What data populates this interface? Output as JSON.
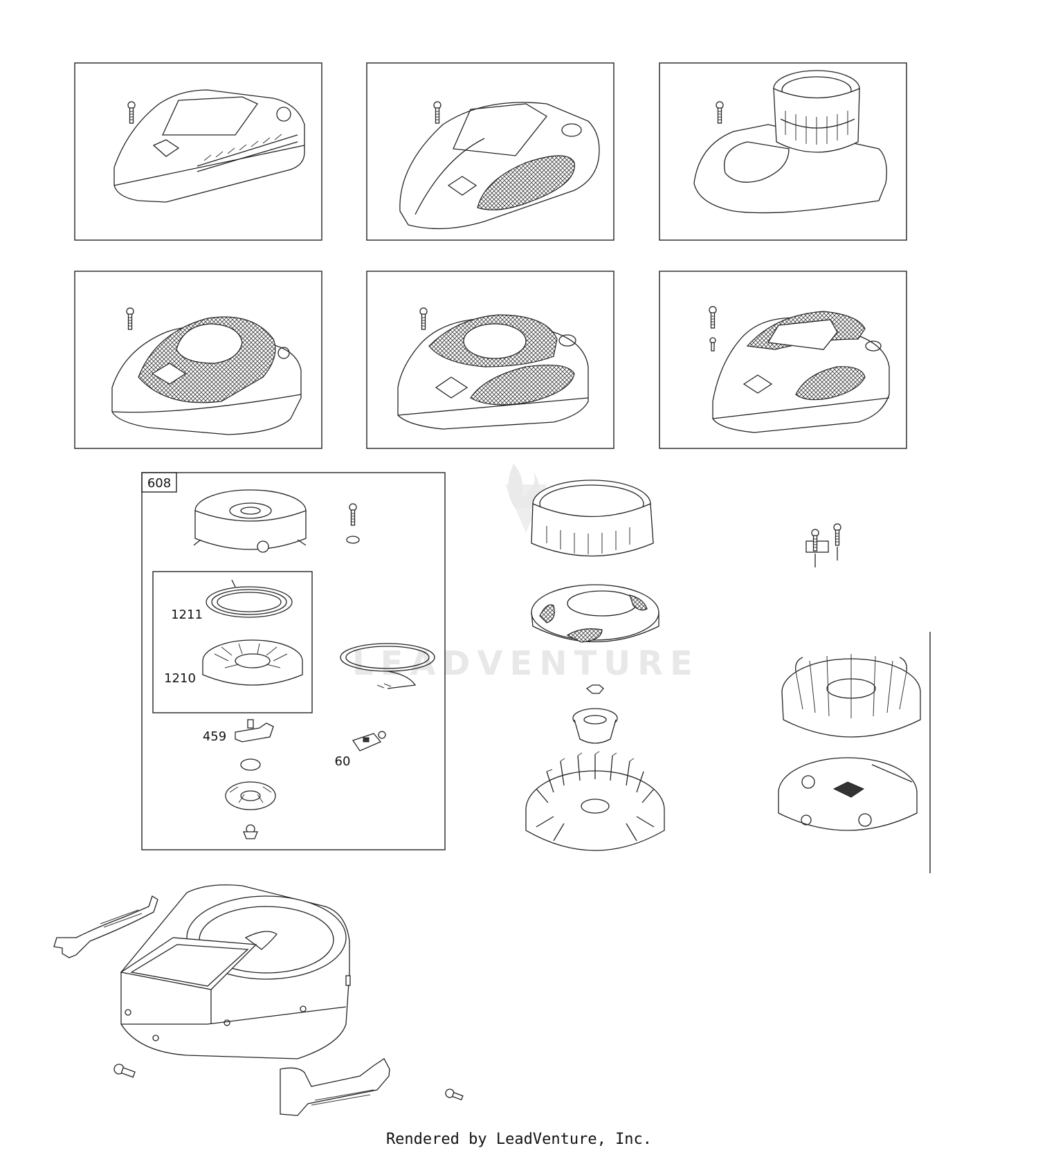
{
  "diagram": {
    "callouts": {
      "kit_608": "608",
      "part_1211": "1211",
      "part_1210": "1210",
      "part_459": "459",
      "part_60": "60"
    },
    "watermark": "LEADVENTURE",
    "footer": "Rendered by LeadVenture, Inc."
  }
}
